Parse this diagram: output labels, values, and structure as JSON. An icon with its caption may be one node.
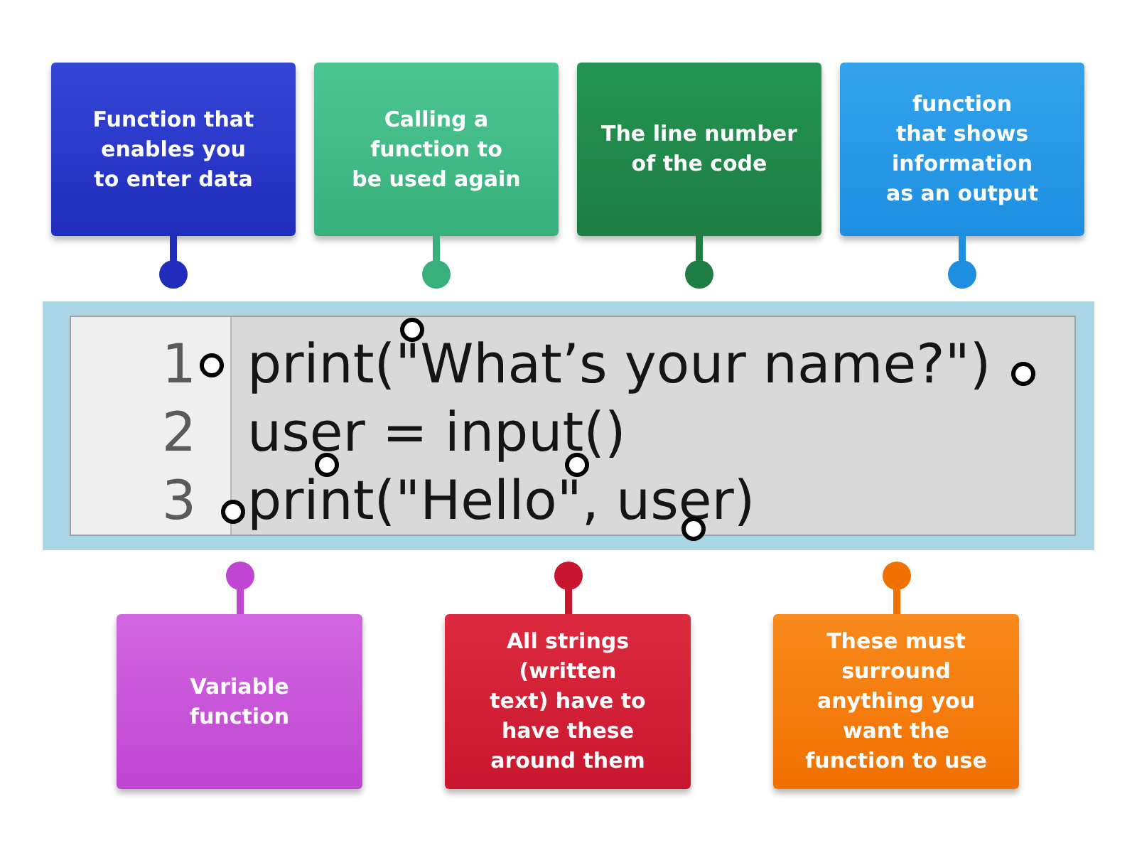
{
  "diagram": {
    "nodes": [
      {
        "text": [
          "Function that enables you to enter data"
        ]
      },
      {
        "text": [
          "Calling a function to be used again"
        ]
      },
      {
        "text": [
          "The line number of the code"
        ]
      },
      {
        "text": [
          "function that shows information as an output"
        ]
      },
      {
        "text": [
          "1",
          "print(\"What’s your name?\")",
          "2",
          "user = input()",
          "3",
          "print(\"Hello\", user)"
        ]
      },
      {
        "text": [
          "Variable function"
        ]
      },
      {
        "text": [
          "All strings (written text) have to have these around them"
        ]
      },
      {
        "text": [
          "These must surround anything you want the function to use"
        ]
      }
    ]
  }
}
